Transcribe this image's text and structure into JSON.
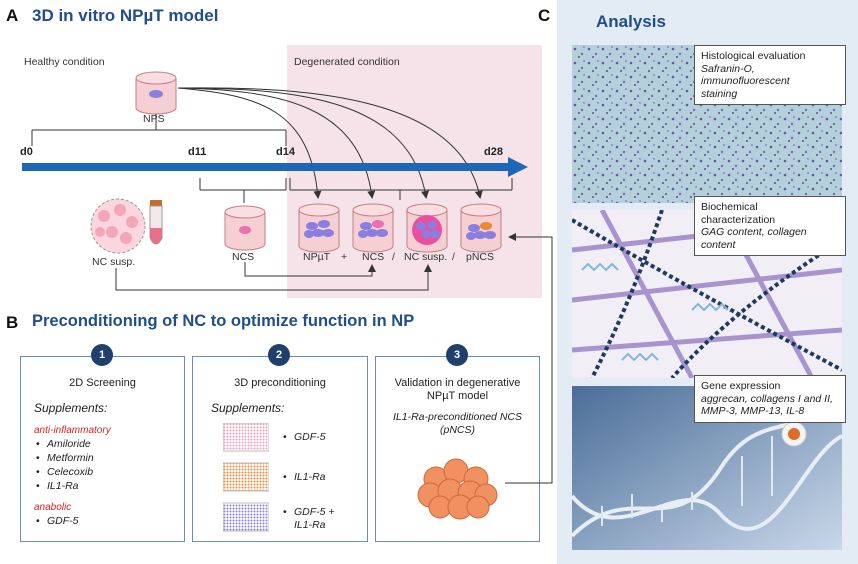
{
  "panelA": {
    "letter": "A",
    "title": "3D in vitro NPµT model",
    "healthy_label": "Healthy condition",
    "degenerated_label": "Degenerated condition",
    "nps_label": "NPS",
    "timeline": {
      "d0": "d0",
      "d11": "d11",
      "d14": "d14",
      "d28": "d28"
    },
    "nc_susp_label": "NC susp.",
    "ncs_label": "NCS",
    "groups": [
      "NPµT",
      "+",
      "NCS",
      "/",
      "NC susp.",
      "/",
      "pNCS"
    ],
    "colors": {
      "arrow": "#1e67b8",
      "degenerated_bg": "#f6e3ea",
      "cylinder": "#f6cfd3",
      "cell": "#8a7fe0"
    }
  },
  "panelB": {
    "letter": "B",
    "title": "Preconditioning of NC to optimize function in NP",
    "steps": [
      {
        "num": "1",
        "title": "2D Screening",
        "supplements_label": "Supplements:",
        "antiinflammatory_label": "anti-inflammatory",
        "antiinflammatory": [
          "Amiloride",
          "Metformin",
          "Celecoxib",
          "IL1-Ra"
        ],
        "anabolic_label": "anabolic",
        "anabolic": [
          "GDF-5"
        ]
      },
      {
        "num": "2",
        "title": "3D preconditioning",
        "supplements_label": "Supplements:",
        "items": [
          "GDF-5",
          "IL1-Ra",
          "GDF-5 +",
          "IL1-Ra"
        ]
      },
      {
        "num": "3",
        "title_line1": "Validation in degenerative",
        "title_line2": "NPµT model",
        "subtitle_line1": "IL1-Ra-preconditioned NCS",
        "subtitle_line2": "(pNCS)"
      }
    ]
  },
  "panelC": {
    "letter": "C",
    "title": "Analysis",
    "cards": [
      {
        "title": "Histological evaluation",
        "detail_line1": "Safranin-O,",
        "detail_line2": "immunofluorescent",
        "detail_line3": "staining"
      },
      {
        "title_line1": "Biochemical",
        "title_line2": "characterization",
        "detail_line1": "GAG content, collagen",
        "detail_line2": "content"
      },
      {
        "title": "Gene expression",
        "detail_line1": "aggrecan, collagens I and II,",
        "detail_line2": "MMP-3, MMP-13, IL-8"
      }
    ]
  }
}
